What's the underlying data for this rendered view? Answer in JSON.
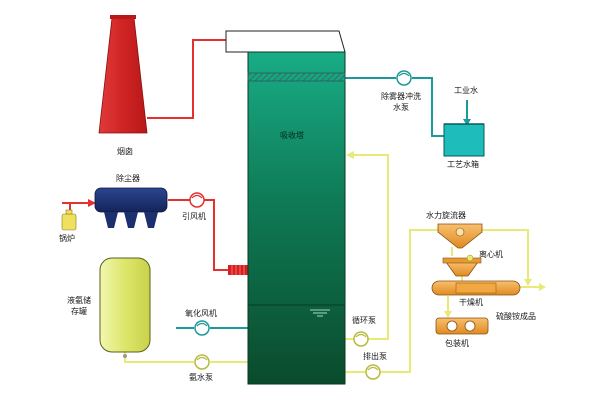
{
  "labels": {
    "chimney": "烟囱",
    "absorption_tower": "吸收塔",
    "dust_collector": "除尘器",
    "induced_fan": "引风机",
    "boiler": "锅炉",
    "liquid_ammonia_tank_line1": "液氨储",
    "liquid_ammonia_tank_line2": "存罐",
    "oxidation_fan": "氧化风机",
    "ammonia_pump": "氨水泵",
    "circulation_pump": "循环泵",
    "discharge_pump": "排出泵",
    "demister_wash_pump_line1": "除雾器冲洗",
    "demister_wash_pump_line2": "水泵",
    "industrial_water": "工业水",
    "process_water_tank": "工艺水箱",
    "hydrocyclone": "水力旋流器",
    "centrifuge": "离心机",
    "dryer": "干燥机",
    "ammonium_sulfate_product": "硫酸铵成品",
    "packaging_machine": "包装机"
  },
  "colors": {
    "chimney_red": "#d42a2a",
    "flue_gas_red": "#e53030",
    "tower_green_top": "#12a07a",
    "tower_green_bottom": "#0a4b2c",
    "water_cyan": "#1a9a9a",
    "tank_cyan": "#1fbcbc",
    "liquor_yellow": "#e8ea78",
    "equipment_orange": "#f0a030",
    "dust_collector_navy": "#1c2f6e",
    "tank_yellow": "#e2ec7c",
    "boiler_yellow": "#f0e060"
  }
}
